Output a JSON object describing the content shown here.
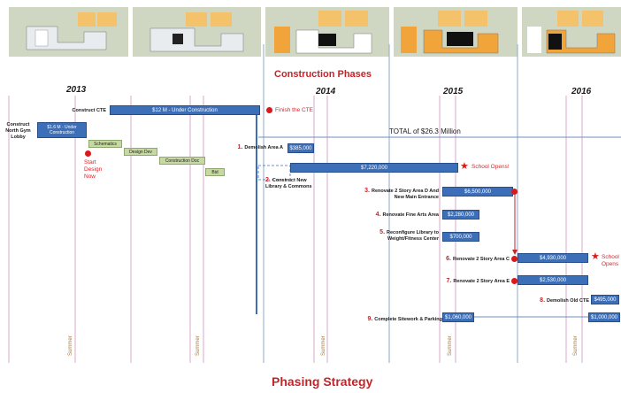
{
  "title": "Construction Phases",
  "footer": "Phasing Strategy",
  "years": [
    "2013",
    "2014",
    "2015",
    "2016"
  ],
  "summer_label": "Summer",
  "total": "TOTAL of $26.3 Million",
  "left_tasks": {
    "construct_cte": "Construct CTE",
    "construct_cte_bar": "$12 M - Under Construction",
    "finish_cte": "Finish the CTE",
    "north_gym": "Construct North Gym Lobby",
    "north_gym_bar": "$1.6 M - Under Construction",
    "start_design": "Start Design Now",
    "schematics": "Schematics",
    "design_dev": "Design Dev",
    "construction_doc": "Construction Doc",
    "bid": "Bid"
  },
  "phases": [
    {
      "num": "1.",
      "label": "Demolish Area A",
      "amount": "$385,000"
    },
    {
      "num": "2.",
      "label": "Construct New Library & Commons",
      "amount": "$7,220,000"
    },
    {
      "num": "3.",
      "label": "Renovate 2 Story Area D And New Main Entrance",
      "amount": "$6,500,000"
    },
    {
      "num": "4.",
      "label": "Renovate Fine Arts Area",
      "amount": "$2,280,000"
    },
    {
      "num": "5.",
      "label": "Reconfigure Library to Weight/Fitness Center",
      "amount": "$700,000"
    },
    {
      "num": "6.",
      "label": "Renovate 2 Story Area C",
      "amount": "$4,930,000"
    },
    {
      "num": "7.",
      "label": "Renovate 2 Story Area E",
      "amount": "$2,530,000"
    },
    {
      "num": "8.",
      "label": "Demolish Old CTE",
      "amount": "$495,000"
    },
    {
      "num": "9.",
      "label": "Complete Sitework & Parking",
      "amount_a": "$1,060,000",
      "amount_b": "$1,000,000"
    }
  ],
  "school_opens_1": "School Opens!",
  "school_opens_2": "School Opens",
  "colors": {
    "bar": "#3d6fb8",
    "accent": "#c0262b",
    "phase_bar": "#c6d9a2",
    "thumb_orange": "#f0a43a"
  }
}
